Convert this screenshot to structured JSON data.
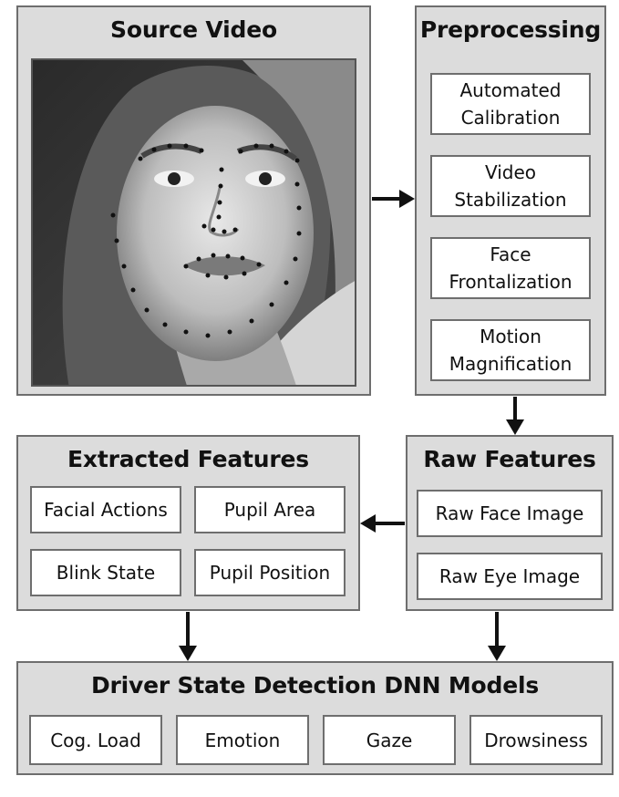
{
  "source_video": {
    "title": "Source Video",
    "image": "driver-face-with-landmarks"
  },
  "preprocessing": {
    "title": "Preprocessing",
    "items": [
      {
        "line1": "Automated",
        "line2": "Calibration"
      },
      {
        "line1": "Video",
        "line2": "Stabilization"
      },
      {
        "line1": "Face",
        "line2": "Frontalization"
      },
      {
        "line1": "Motion",
        "line2": "Magnification"
      }
    ]
  },
  "raw_features": {
    "title": "Raw Features",
    "items": [
      "Raw Face Image",
      "Raw Eye Image"
    ]
  },
  "extracted_features": {
    "title": "Extracted Features",
    "items": [
      "Facial Actions",
      "Pupil Area",
      "Blink State",
      "Pupil Position"
    ]
  },
  "models": {
    "title": "Driver State Detection DNN Models",
    "items": [
      "Cog. Load",
      "Emotion",
      "Gaze",
      "Drowsiness"
    ]
  }
}
